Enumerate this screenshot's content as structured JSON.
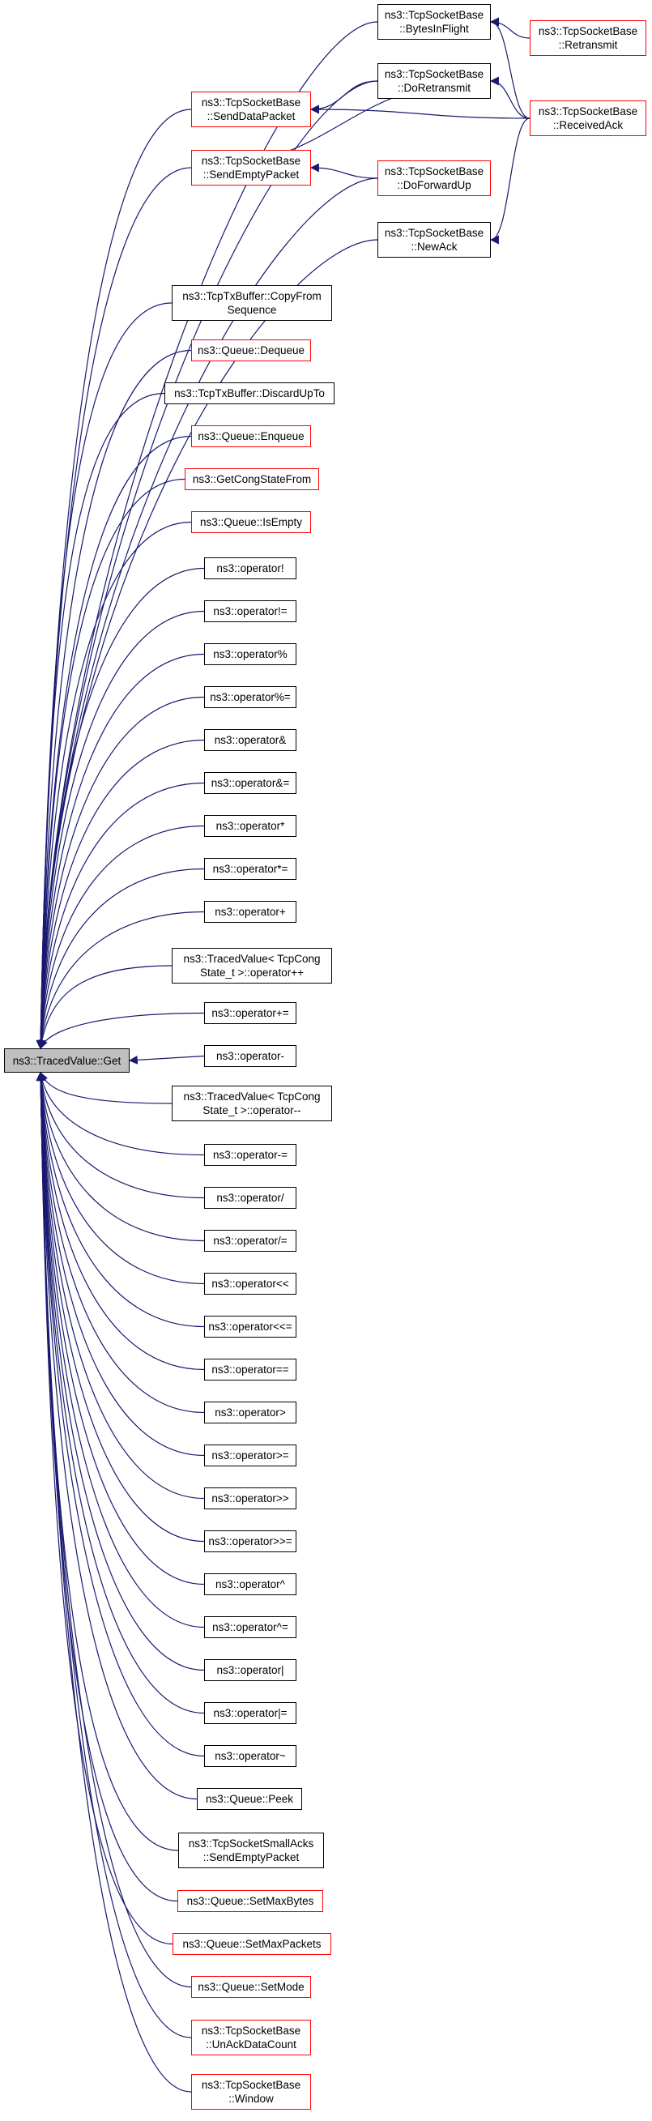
{
  "root": {
    "label": "ns3::TracedValue::Get"
  },
  "nodes": [
    {
      "id": "bytesinflight",
      "label": "ns3::TcpSocketBase\n::BytesInFlight",
      "red": false
    },
    {
      "id": "retransmit",
      "label": "ns3::TcpSocketBase\n::Retransmit",
      "red": true
    },
    {
      "id": "doretransmit",
      "label": "ns3::TcpSocketBase\n::DoRetransmit",
      "red": false
    },
    {
      "id": "senddatapacket",
      "label": "ns3::TcpSocketBase\n::SendDataPacket",
      "red": true
    },
    {
      "id": "receivedack",
      "label": "ns3::TcpSocketBase\n::ReceivedAck",
      "red": true
    },
    {
      "id": "sendemptypacket",
      "label": "ns3::TcpSocketBase\n::SendEmptyPacket",
      "red": true
    },
    {
      "id": "doforwardup",
      "label": "ns3::TcpSocketBase\n::DoForwardUp",
      "red": true
    },
    {
      "id": "newack",
      "label": "ns3::TcpSocketBase\n::NewAck",
      "red": false
    },
    {
      "id": "copyfromsequence",
      "label": "ns3::TcpTxBuffer::CopyFrom\nSequence",
      "red": false
    },
    {
      "id": "dequeue",
      "label": "ns3::Queue::Dequeue",
      "red": true
    },
    {
      "id": "discardupto",
      "label": "ns3::TcpTxBuffer::DiscardUpTo",
      "red": false
    },
    {
      "id": "enqueue",
      "label": "ns3::Queue::Enqueue",
      "red": true
    },
    {
      "id": "getcongstatefrom",
      "label": "ns3::GetCongStateFrom",
      "red": true
    },
    {
      "id": "isempty",
      "label": "ns3::Queue::IsEmpty",
      "red": true
    },
    {
      "id": "op_not",
      "label": "ns3::operator!",
      "red": false
    },
    {
      "id": "op_ne",
      "label": "ns3::operator!=",
      "red": false
    },
    {
      "id": "op_mod",
      "label": "ns3::operator%",
      "red": false
    },
    {
      "id": "op_modeq",
      "label": "ns3::operator%=",
      "red": false
    },
    {
      "id": "op_and",
      "label": "ns3::operator&",
      "red": false
    },
    {
      "id": "op_andeq",
      "label": "ns3::operator&=",
      "red": false
    },
    {
      "id": "op_mul",
      "label": "ns3::operator*",
      "red": false
    },
    {
      "id": "op_muleq",
      "label": "ns3::operator*=",
      "red": false
    },
    {
      "id": "op_plus",
      "label": "ns3::operator+",
      "red": false
    },
    {
      "id": "op_inc",
      "label": "ns3::TracedValue< TcpCong\nState_t >::operator++",
      "red": false
    },
    {
      "id": "op_pluseq",
      "label": "ns3::operator+=",
      "red": false
    },
    {
      "id": "op_minus",
      "label": "ns3::operator-",
      "red": false
    },
    {
      "id": "op_dec",
      "label": "ns3::TracedValue< TcpCong\nState_t >::operator--",
      "red": false
    },
    {
      "id": "op_minuseq",
      "label": "ns3::operator-=",
      "red": false
    },
    {
      "id": "op_div",
      "label": "ns3::operator/",
      "red": false
    },
    {
      "id": "op_diveq",
      "label": "ns3::operator/=",
      "red": false
    },
    {
      "id": "op_shl",
      "label": "ns3::operator<<",
      "red": false
    },
    {
      "id": "op_shleq",
      "label": "ns3::operator<<=",
      "red": false
    },
    {
      "id": "op_eq",
      "label": "ns3::operator==",
      "red": false
    },
    {
      "id": "op_gt",
      "label": "ns3::operator>",
      "red": false
    },
    {
      "id": "op_ge",
      "label": "ns3::operator>=",
      "red": false
    },
    {
      "id": "op_shr",
      "label": "ns3::operator>>",
      "red": false
    },
    {
      "id": "op_shreq",
      "label": "ns3::operator>>=",
      "red": false
    },
    {
      "id": "op_xor",
      "label": "ns3::operator^",
      "red": false
    },
    {
      "id": "op_xoreq",
      "label": "ns3::operator^=",
      "red": false
    },
    {
      "id": "op_or",
      "label": "ns3::operator|",
      "red": false
    },
    {
      "id": "op_oreq",
      "label": "ns3::operator|=",
      "red": false
    },
    {
      "id": "op_tilde",
      "label": "ns3::operator~",
      "red": false
    },
    {
      "id": "peek",
      "label": "ns3::Queue::Peek",
      "red": false
    },
    {
      "id": "smallacks",
      "label": "ns3::TcpSocketSmallAcks\n::SendEmptyPacket",
      "red": false
    },
    {
      "id": "setmaxbytes",
      "label": "ns3::Queue::SetMaxBytes",
      "red": true
    },
    {
      "id": "setmaxpackets",
      "label": "ns3::Queue::SetMaxPackets",
      "red": true
    },
    {
      "id": "setmode",
      "label": "ns3::Queue::SetMode",
      "red": true
    },
    {
      "id": "unackdatacount",
      "label": "ns3::TcpSocketBase\n::UnAckDataCount",
      "red": true
    },
    {
      "id": "window",
      "label": "ns3::TcpSocketBase\n::Window",
      "red": true
    }
  ],
  "edges": [
    [
      "root",
      "bytesinflight"
    ],
    [
      "root",
      "doretransmit"
    ],
    [
      "root",
      "senddatapacket"
    ],
    [
      "root",
      "sendemptypacket"
    ],
    [
      "root",
      "doforwardup"
    ],
    [
      "root",
      "newack"
    ],
    [
      "root",
      "copyfromsequence"
    ],
    [
      "root",
      "dequeue"
    ],
    [
      "root",
      "discardupto"
    ],
    [
      "root",
      "enqueue"
    ],
    [
      "root",
      "getcongstatefrom"
    ],
    [
      "root",
      "isempty"
    ],
    [
      "root",
      "op_not"
    ],
    [
      "root",
      "op_ne"
    ],
    [
      "root",
      "op_mod"
    ],
    [
      "root",
      "op_modeq"
    ],
    [
      "root",
      "op_and"
    ],
    [
      "root",
      "op_andeq"
    ],
    [
      "root",
      "op_mul"
    ],
    [
      "root",
      "op_muleq"
    ],
    [
      "root",
      "op_plus"
    ],
    [
      "root",
      "op_inc"
    ],
    [
      "root",
      "op_pluseq"
    ],
    [
      "root",
      "op_minus"
    ],
    [
      "root",
      "op_dec"
    ],
    [
      "root",
      "op_minuseq"
    ],
    [
      "root",
      "op_div"
    ],
    [
      "root",
      "op_diveq"
    ],
    [
      "root",
      "op_shl"
    ],
    [
      "root",
      "op_shleq"
    ],
    [
      "root",
      "op_eq"
    ],
    [
      "root",
      "op_gt"
    ],
    [
      "root",
      "op_ge"
    ],
    [
      "root",
      "op_shr"
    ],
    [
      "root",
      "op_shreq"
    ],
    [
      "root",
      "op_xor"
    ],
    [
      "root",
      "op_xoreq"
    ],
    [
      "root",
      "op_or"
    ],
    [
      "root",
      "op_oreq"
    ],
    [
      "root",
      "op_tilde"
    ],
    [
      "root",
      "peek"
    ],
    [
      "root",
      "smallacks"
    ],
    [
      "root",
      "setmaxbytes"
    ],
    [
      "root",
      "setmaxpackets"
    ],
    [
      "root",
      "setmode"
    ],
    [
      "root",
      "unackdatacount"
    ],
    [
      "root",
      "window"
    ],
    [
      "bytesinflight",
      "retransmit"
    ],
    [
      "bytesinflight",
      "receivedack"
    ],
    [
      "doretransmit",
      "receivedack"
    ],
    [
      "senddatapacket",
      "doretransmit"
    ],
    [
      "senddatapacket",
      "receivedack"
    ],
    [
      "doretransmit",
      "sendemptypacket"
    ],
    [
      "sendemptypacket",
      "doforwardup"
    ],
    [
      "newack",
      "receivedack"
    ]
  ]
}
